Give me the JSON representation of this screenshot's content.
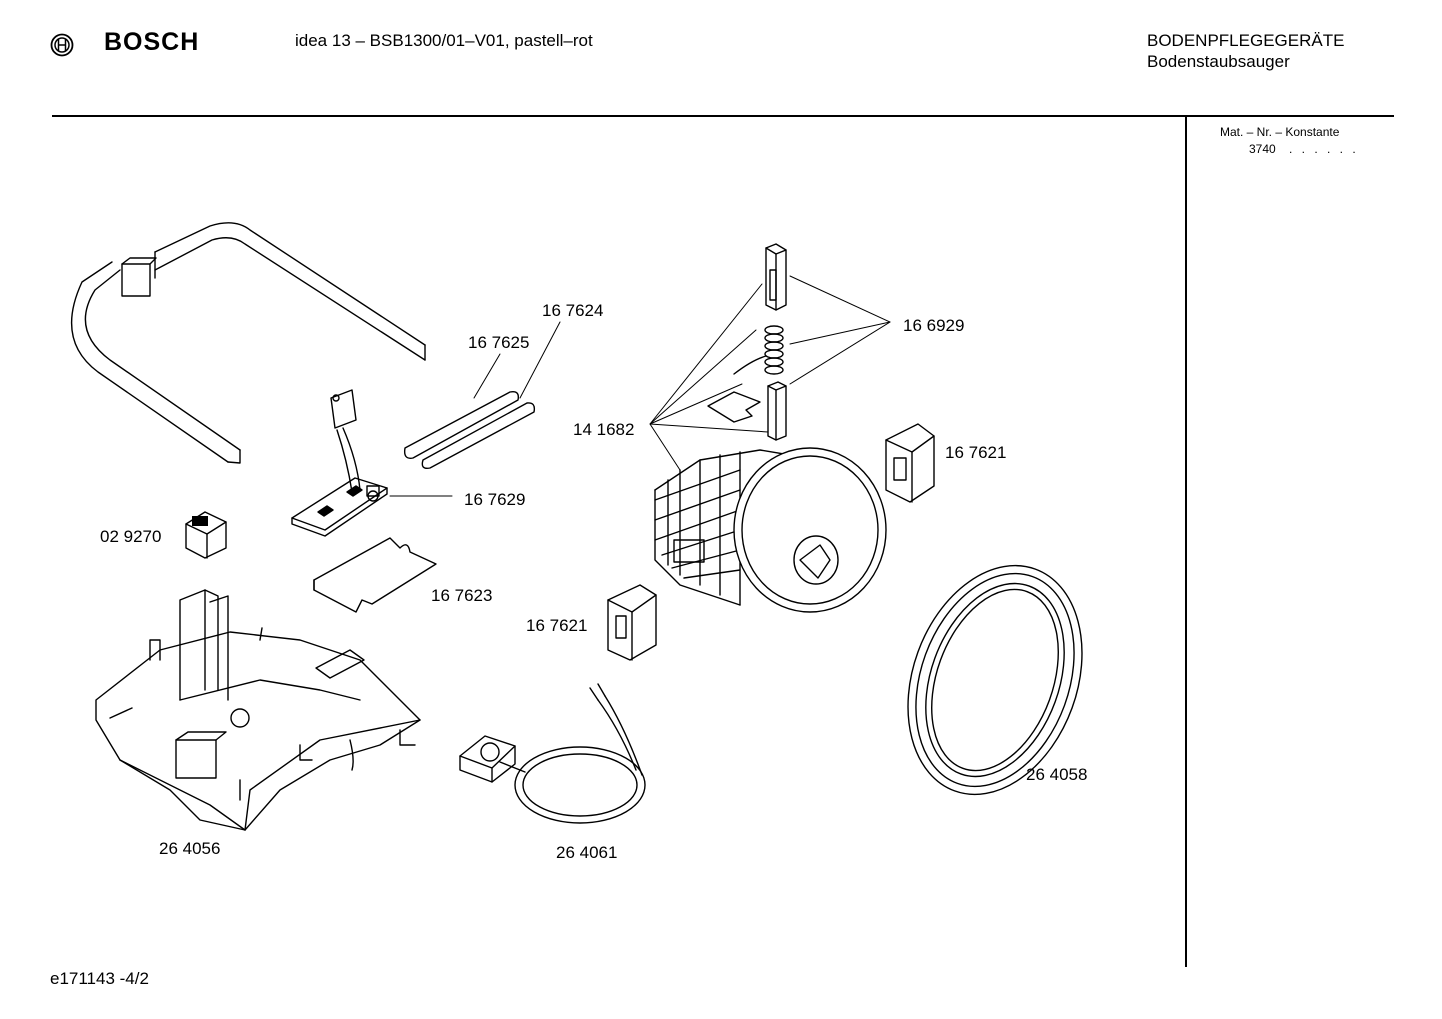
{
  "header": {
    "brand": "BOSCH",
    "model": "idea 13 – BSB1300/01–V01, pastell–rot",
    "category": "BODENPFLEGEGERÄTE",
    "subcategory": "Bodenstaubsauger"
  },
  "sidebar": {
    "mat_title": "Mat. – Nr. – Konstante",
    "mat_value": "3740",
    "mat_dots": ". .   . . . ."
  },
  "parts": {
    "p167624": "16 7624",
    "p167625": "16 7625",
    "p166929": "16 6929",
    "p141682": "14 1682",
    "p167621a": "16 7621",
    "p167629": "16 7629",
    "p029270": "02 9270",
    "p167623": "16 7623",
    "p167621b": "16 7621",
    "p264058": "26 4058",
    "p264056": "26 4056",
    "p264061": "26 4061"
  },
  "footer": {
    "doc_id": "e171143 -4/2"
  }
}
